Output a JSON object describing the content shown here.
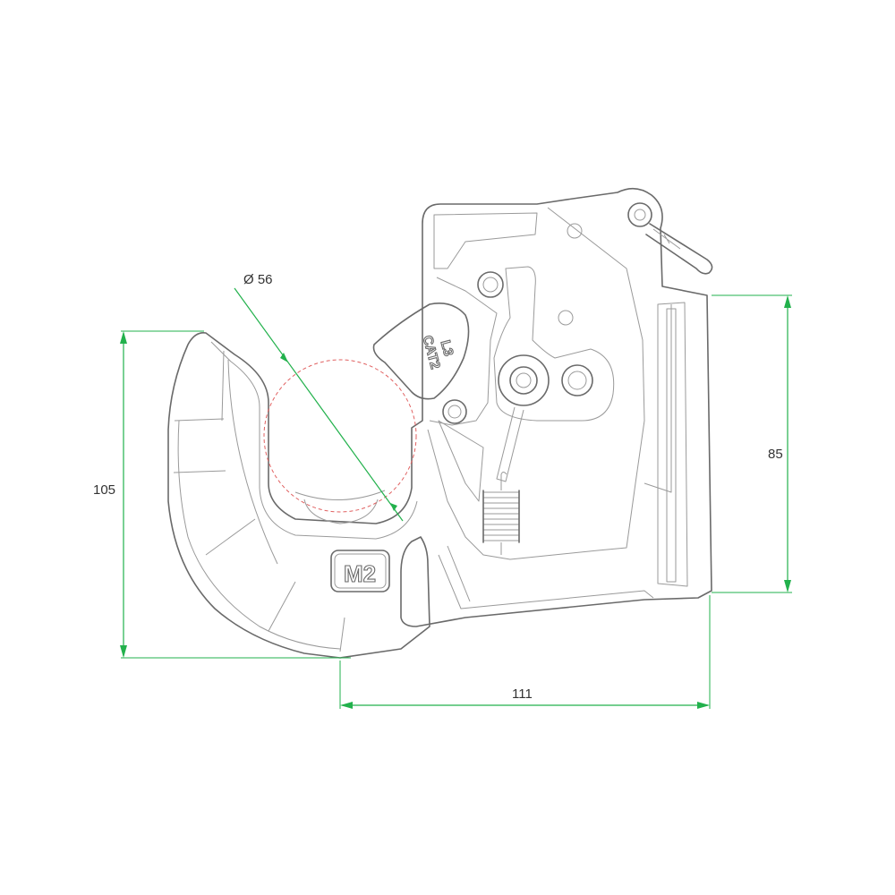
{
  "drawing": {
    "dimensions": {
      "diameter_label": "Ø 56",
      "height_left_label": "105",
      "height_right_label": "85",
      "width_bottom_label": "111"
    },
    "markings": {
      "size_mark": "M2",
      "latch_line1": "L3",
      "latch_line2": "CAT2"
    },
    "colors": {
      "dimension_lines": "#22b14c",
      "part_outline": "#6a6a6a",
      "pin_circle": "#e06060"
    }
  }
}
